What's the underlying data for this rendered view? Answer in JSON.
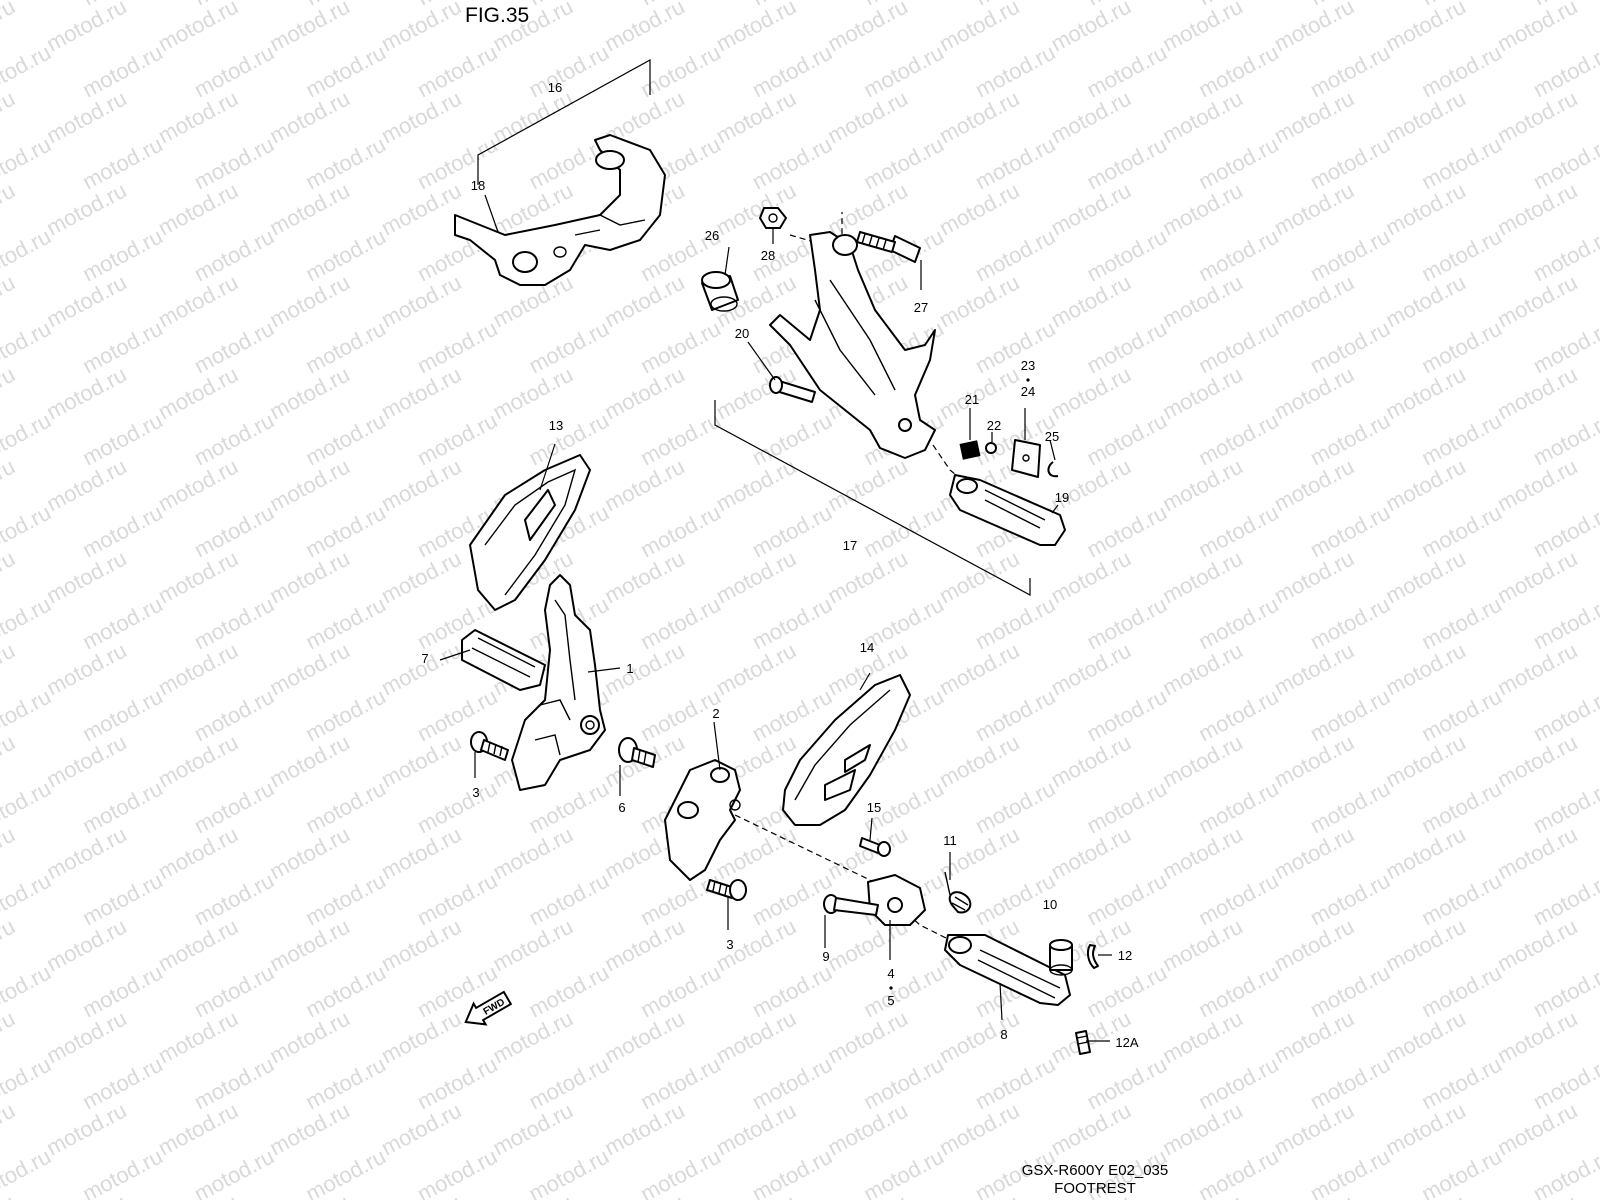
{
  "figure": {
    "title": "FIG.35"
  },
  "footer": {
    "model_code": "GSX-R600Y E02_035",
    "caption": "FOOTREST"
  },
  "watermark": {
    "text": "motod.ru",
    "color": "#d9d9d9"
  },
  "direction_arrow": {
    "label": "FWD"
  },
  "callouts": {
    "c1": "1",
    "c2": "2",
    "c3a": "3",
    "c3b": "3",
    "c4": "4",
    "c5": "5",
    "c6": "6",
    "c7": "7",
    "c8": "8",
    "c9": "9",
    "c10": "10",
    "c11": "11",
    "c12": "12",
    "c12a": "12A",
    "c13": "13",
    "c14": "14",
    "c15": "15",
    "c16": "16",
    "c17": "17",
    "c18": "18",
    "c19": "19",
    "c20": "20",
    "c21": "21",
    "c22": "22",
    "c23": "23",
    "c24": "24",
    "c25": "25",
    "c26": "26",
    "c27": "27",
    "c28": "28"
  }
}
